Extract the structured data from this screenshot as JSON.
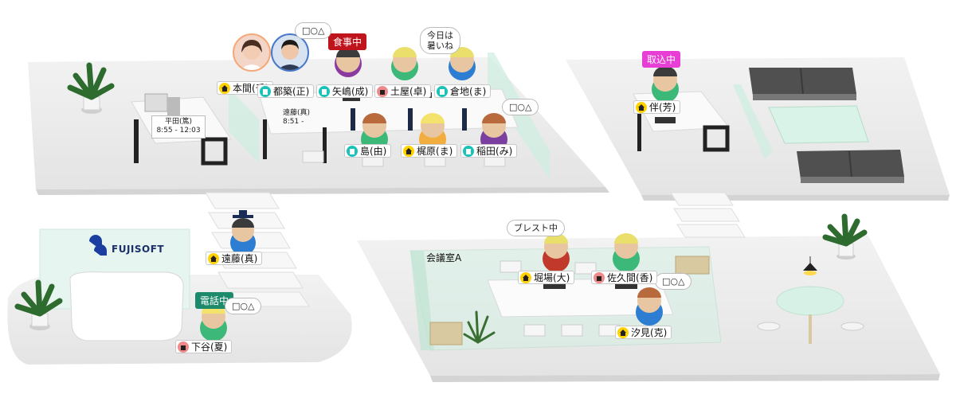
{
  "brand": {
    "name": "FUJISOFT"
  },
  "rooms": {
    "meeting_room": "会議室A"
  },
  "people": [
    {
      "name": "本間(千)",
      "status": "home"
    },
    {
      "name": "都築(正)",
      "status": "office"
    },
    {
      "name": "矢嶋(成)",
      "status": "office"
    },
    {
      "name": "土屋(卓)",
      "status": "out"
    },
    {
      "name": "倉地(ま)",
      "status": "office"
    },
    {
      "name": "島(由)",
      "status": "office"
    },
    {
      "name": "梶原(ま)",
      "status": "home"
    },
    {
      "name": "稲田(み)",
      "status": "office"
    },
    {
      "name": "伴(芳)",
      "status": "home"
    },
    {
      "name": "遠藤(真)",
      "status": "home"
    },
    {
      "name": "下谷(夏)",
      "status": "out"
    },
    {
      "name": "堀場(大)",
      "status": "home"
    },
    {
      "name": "佐久間(香)",
      "status": "out"
    },
    {
      "name": "汐見(克)",
      "status": "home"
    }
  ],
  "status_tags": [
    {
      "text": "食事中",
      "color": "#c0141c"
    },
    {
      "text": "取込中",
      "color": "#e83ed6"
    },
    {
      "text": "電話中",
      "color": "#1e8a6c"
    }
  ],
  "bubbles": [
    {
      "text": "□○△"
    },
    {
      "text": "今日は\n暑いね"
    },
    {
      "text": "□○△"
    },
    {
      "text": "ブレスト中"
    },
    {
      "text": "□○△"
    },
    {
      "text": "□○△"
    }
  ],
  "desk_signs": [
    {
      "line1": "平田(篤)",
      "line2": "8:55 - 12:03"
    },
    {
      "line1": "遠藤(真)",
      "line2": "8:51 -"
    }
  ],
  "colors": {
    "home": "#ffd200",
    "office": "#19c3b8",
    "out": "#f08a8a",
    "head_green": "#8bc53f",
    "head_yellow": "#f2e05a",
    "head_brown": "#b86a3d",
    "glass": "#bfe9da"
  }
}
